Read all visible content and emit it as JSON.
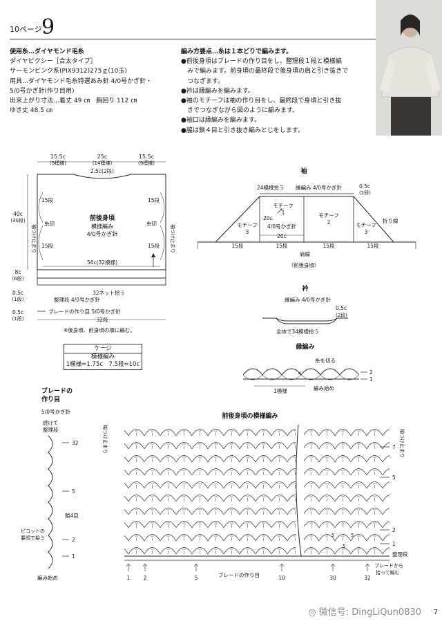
{
  "header": {
    "page_label": "10ページ",
    "pattern_number": "9"
  },
  "materials": [
    "使用糸…ダイヤモンド毛糸",
    "ダイヤピクシー［合太タイプ］",
    "サーモンピンク系(PIX9312)275ｇ(10玉)",
    "用具…ダイヤモンド毛糸特選あみ針 4/0号かぎ針・",
    "5/0号かぎ針(作り目用)",
    "出来上がり寸法…着丈 49 ㎝　胸回り 112 ㎝",
    "ゆき丈 48.5 ㎝"
  ],
  "points": [
    "編み方要点…糸は１本どりで編みます。",
    "●前後身頃はブレードの作り目をし、整理段１段と模様編",
    "　みで編みます。前身頃の最終段で後身頃の肩と引き抜きで",
    "　つなぎます。",
    "●衿は縁編みを編みます。",
    "●袖のモチーフは袖の作り目をし、最終段で身頃と引き抜",
    "　きでつなぎながら図のように編みます。",
    "●袖口は縁編みを編みます。",
    "●脇は鎖４目と引き抜き編みとじをします。"
  ],
  "body_diagram": {
    "top_left": "15.5c",
    "top_left_sub": "(9模様)",
    "top_mid": "25c",
    "top_mid_sub": "(14模様)",
    "top_right": "15.5c",
    "top_right_sub": "(9模様)",
    "neck": "2.5c(2段)",
    "rows_a": "15段",
    "rows_b": "15段",
    "rows_c": "15段",
    "rows_d": "15段",
    "mark_l": "糸印",
    "mark_r": "糸印",
    "title": "前後身頃",
    "pattern": "模様編み",
    "hook": "4/0号かぎ針",
    "height": "40c",
    "height_sub": "(30段)",
    "sleeve_stop": "袖つけ止まり",
    "sleeve_stop_r": "袖つけ止まり",
    "h8": "8c",
    "h8_sub": "(6段)",
    "h05a": "0.5c",
    "h05a_sub": "(1段)",
    "h05b": "0.5c",
    "h05b_sub": "(1段)",
    "width": "56c(32模様)",
    "pickup": "32ネット拾う",
    "setrow": "整理段  4/0号かぎ針",
    "braid": "ブレードの作り目  5/0号かぎ針",
    "braid_count": "32段",
    "note": "※後身頃、前身頃の順に編む。"
  },
  "gauge": {
    "title": "ケージ",
    "line1": "模様編み",
    "line2": "1模様=1.75c　7.5段=10c"
  },
  "sleeve": {
    "title": "袖",
    "pick": "24模様拾う",
    "edge": "縁編み 4/0号かぎ針",
    "cuff": "0.5c",
    "cuff_sub": "(2段)",
    "fold": "折り線",
    "m1": "モチーフ",
    "m1n": "1",
    "m2": "モチーフ",
    "m2n": "2",
    "m3l": "モチーフ",
    "m3ln": "3",
    "m3r": "モチーフ",
    "m3rn": "3",
    "h": "20c",
    "hook": "4/0号かぎ針",
    "w": "20c",
    "r1": "15段",
    "r2": "15段",
    "r3": "15段",
    "r4": "15段",
    "shoulder": "肩線",
    "body": "（前後身頃）"
  },
  "collar": {
    "title": "衿",
    "edge": "縁編み  4/0号かぎ針",
    "h": "0.5c",
    "h_sub": "(2段)",
    "pick": "全体で34模様拾う"
  },
  "edging": {
    "title": "縁編み",
    "cut": "糸を切る",
    "n1": "1",
    "n2": "2",
    "rep": "1模様",
    "start": "編み始め",
    "four": "4"
  },
  "braid_side": {
    "title1": "ブレードの",
    "title2": "作り目",
    "hook": "5/0号かぎ針",
    "cont1": "続けて",
    "cont2": "整理段",
    "n32": "32",
    "n5": "5",
    "n2": "2",
    "n1": "1",
    "chain": "鎖4目",
    "picot1": "ピコットの",
    "picot2": "要領で拾う",
    "start": "編み始め"
  },
  "chart": {
    "title": "前後身頃の模様編み",
    "left_stop": "袖つけ止まり",
    "right_stop": "袖つけ止まり",
    "r7": "7",
    "r5": "5",
    "r2": "2",
    "r1": "1",
    "setrow": "整理段",
    "pickup1": "ブレードから",
    "pickup2": "拾って編む",
    "b1": "1",
    "b2": "2",
    "b5": "5",
    "braid_label": "ブレードの作り目",
    "b10": "10",
    "b30": "30",
    "b32": "32",
    "cell5a": "5",
    "cell5b": "5",
    "cell5c": "5"
  },
  "watermark": "微信号: DingLiQun0830",
  "page_corner": "7"
}
